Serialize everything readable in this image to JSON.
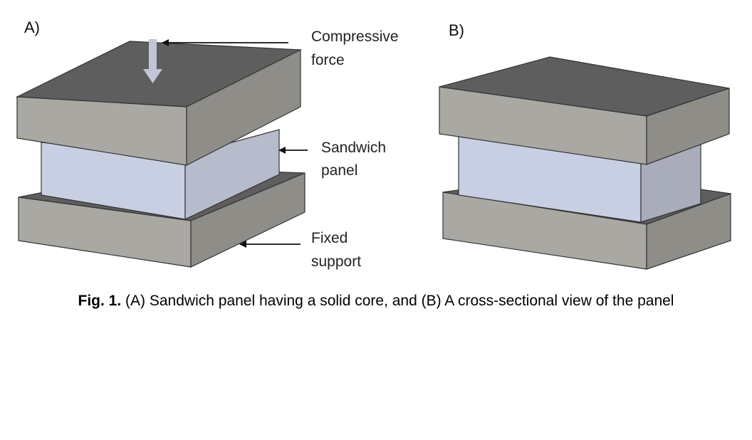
{
  "panels": [
    {
      "label": "A)"
    },
    {
      "label": "B)"
    }
  ],
  "annotations": {
    "force": {
      "line1": "Compressive",
      "line2": "force"
    },
    "panel": {
      "line1": "Sandwich",
      "line2": "panel"
    },
    "support": {
      "line1": "Fixed",
      "line2": "support"
    }
  },
  "caption": {
    "fig_number": "Fig. 1.",
    "text": "(A) Sandwich panel having a solid core, and (B) A cross-sectional view of the panel"
  },
  "colors": {
    "plate_top": "#5e5e5e",
    "plate_front": "#a9a8a2",
    "plate_side": "#8e8d88",
    "core_front": "#c8cfe3",
    "core_side": "#a9adbb",
    "force_arrow": "#c1c5d6",
    "outline": "#333333"
  }
}
